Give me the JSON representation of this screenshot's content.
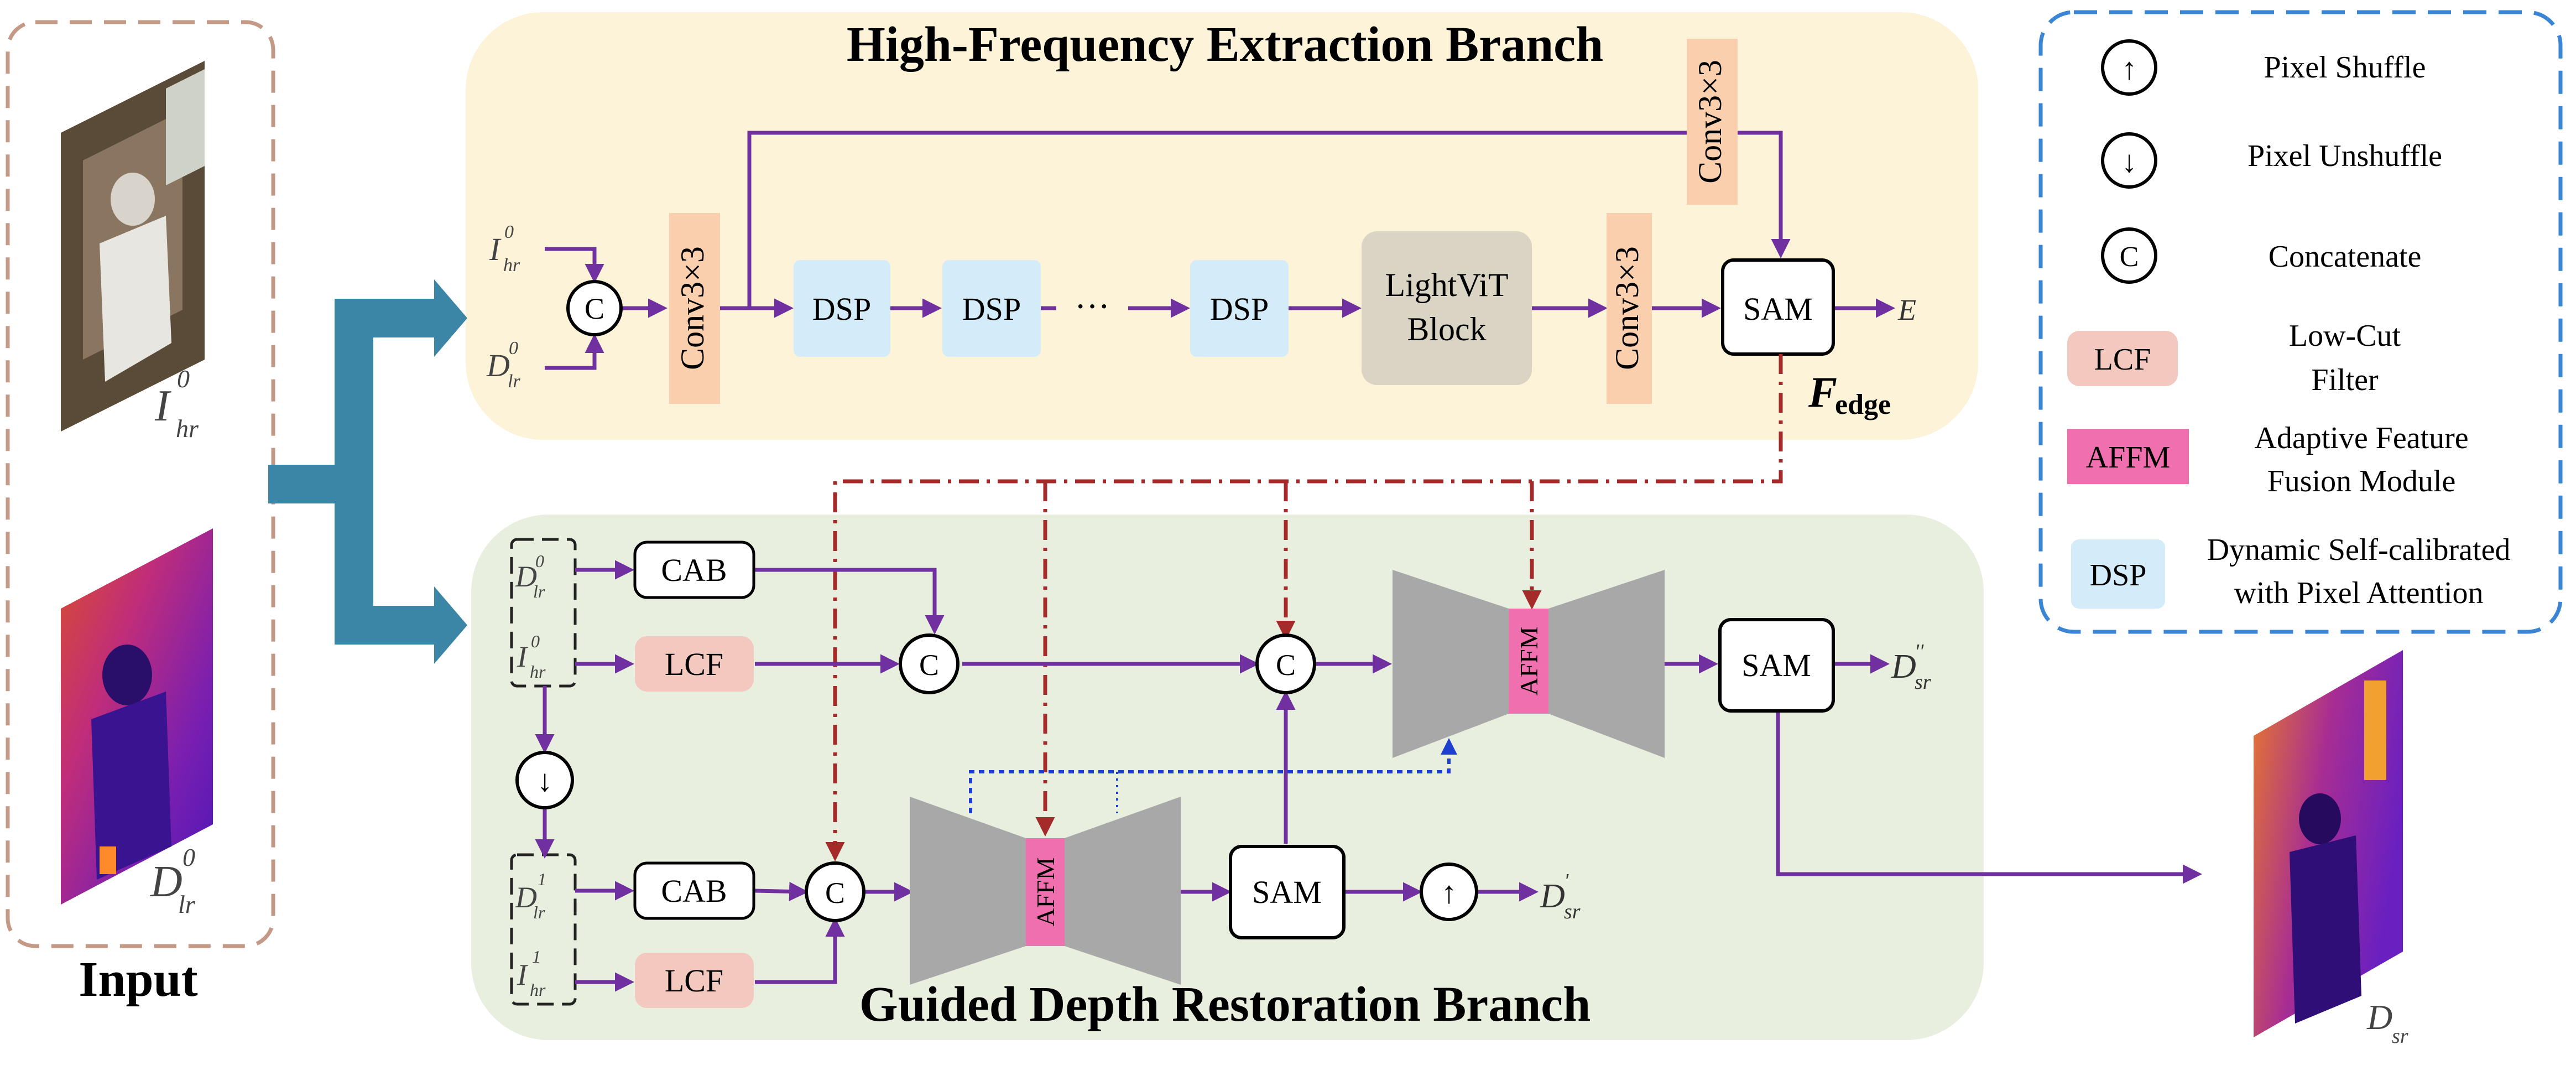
{
  "branches": {
    "hf_title": "High-Frequency Extraction Branch",
    "gd_title": "Guided Depth Restoration Branch",
    "fedge_main": "F",
    "fedge_sub": "edge"
  },
  "input": {
    "label": "Input",
    "img_rgb_label": "I",
    "img_rgb_sup": "0",
    "img_rgb_sub": "hr",
    "img_depth_label": "D",
    "img_depth_sup": "0",
    "img_depth_sub": "lr"
  },
  "hf": {
    "in_top_main": "I",
    "in_top_sup": "0",
    "in_top_sub": "hr",
    "in_bot_main": "D",
    "in_bot_sup": "0",
    "in_bot_sub": "lr",
    "concat": "C",
    "conv_a": "Conv3×3",
    "dsp1": "DSP",
    "dsp2": "DSP",
    "dots": "···",
    "dsp3": "DSP",
    "lightvit_line1": "LightViT",
    "lightvit_line2": "Block",
    "conv_b": "Conv3×3",
    "conv_top": "Conv3×3",
    "sam": "SAM",
    "out": "E"
  },
  "gd": {
    "in1_main": "D",
    "in1_sup": "0",
    "in1_sub": "lr",
    "in2_main": "I",
    "in2_sup": "0",
    "in2_sub": "hr",
    "cab_top": "CAB",
    "lcf_top": "LCF",
    "c_top1": "C",
    "c_top2": "C",
    "affm_top": "AFFM",
    "sam_top": "SAM",
    "out_top_main": "D",
    "out_top_sup": "''",
    "out_top_sub": "sr",
    "unshuffle": "↓",
    "in3_main": "D",
    "in3_sup": "1",
    "in3_sub": "lr",
    "in4_main": "I",
    "in4_sup": "1",
    "in4_sub": "hr",
    "cab_bot": "CAB",
    "lcf_bot": "LCF",
    "c_bot": "C",
    "affm_bot": "AFFM",
    "sam_bot": "SAM",
    "shuffle": "↑",
    "out_bot_main": "D",
    "out_bot_sup": "'",
    "out_bot_sub": "sr"
  },
  "output": {
    "label_main": "D",
    "label_sub": "sr"
  },
  "legend": {
    "shuffle_symbol": "↑",
    "shuffle_text": "Pixel Shuffle",
    "unshuffle_symbol": "↓",
    "unshuffle_text": "Pixel Unshuffle",
    "concat_symbol": "C",
    "concat_text": "Concatenate",
    "lcf_abbr": "LCF",
    "lcf_line1": "Low-Cut",
    "lcf_line2": "Filter",
    "affm_abbr": "AFFM",
    "affm_line1": "Adaptive Feature",
    "affm_line2": "Fusion Module",
    "dsp_abbr": "DSP",
    "dsp_line1": "Dynamic Self-calibrated",
    "dsp_line2": "with Pixel Attention"
  },
  "colors": {
    "hf_bg": "#fdf3d9",
    "gd_bg": "#e9efdf",
    "arrow": "#7030a0",
    "dashdot": "#a52a2a",
    "dotted_blue": "#1f3fd0",
    "conv": "#f9cfae",
    "dsp": "#d4ecf9",
    "lightvit": "#d9d4c3",
    "lcf": "#f3c9bf",
    "affm": "#f06fae",
    "hourglass": "#a8a8a8",
    "big_arrow": "#3b86a6",
    "input_border": "#c49a86",
    "legend_border": "#3a86d4"
  }
}
